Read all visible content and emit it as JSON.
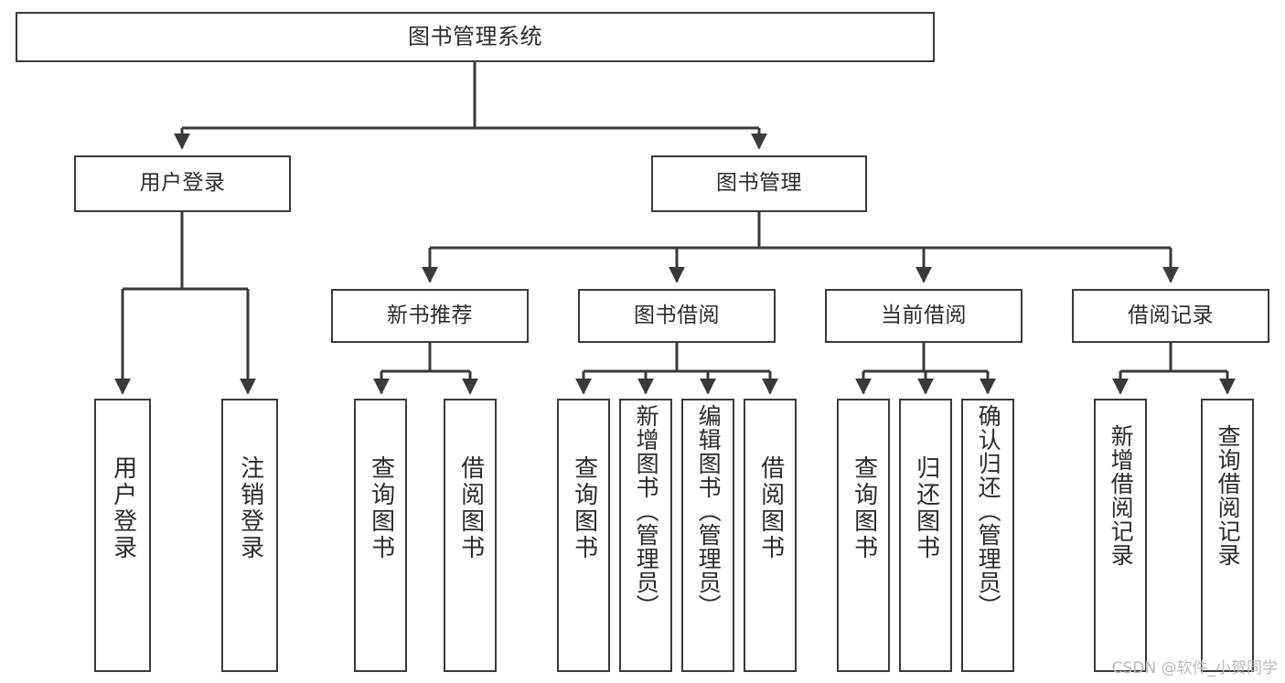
{
  "diagram": {
    "title": "图书管理系统",
    "type": "tree-hierarchy-chart",
    "nodes": {
      "root": {
        "label": "图书管理系统"
      },
      "level2": [
        {
          "id": "user-login",
          "label": "用户登录"
        },
        {
          "id": "book-management",
          "label": "图书管理"
        }
      ],
      "level3": [
        {
          "id": "new-book-recommend",
          "label": "新书推荐"
        },
        {
          "id": "book-borrow",
          "label": "图书借阅"
        },
        {
          "id": "current-borrow",
          "label": "当前借阅"
        },
        {
          "id": "borrow-record",
          "label": "借阅记录"
        }
      ],
      "leaves": {
        "user-login": [
          {
            "id": "leaf-user-login",
            "label": "用户登录"
          },
          {
            "id": "leaf-logout-login",
            "label": "注销登录"
          }
        ],
        "new-book-recommend": [
          {
            "id": "leaf-query-book-1",
            "label": "查询图书"
          },
          {
            "id": "leaf-borrow-book-1",
            "label": "借阅图书"
          }
        ],
        "book-borrow": [
          {
            "id": "leaf-query-book-2",
            "label": "查询图书"
          },
          {
            "id": "leaf-add-book",
            "label": "新增图书（管理员）"
          },
          {
            "id": "leaf-edit-book",
            "label": "编辑图书（管理员）"
          },
          {
            "id": "leaf-borrow-book-2",
            "label": "借阅图书"
          }
        ],
        "current-borrow": [
          {
            "id": "leaf-query-book-3",
            "label": "查询图书"
          },
          {
            "id": "leaf-return-book",
            "label": "归还图书"
          },
          {
            "id": "leaf-confirm-return",
            "label": "确认归还（管理员）"
          }
        ],
        "borrow-record": [
          {
            "id": "leaf-add-record",
            "label": "新增借阅记录"
          },
          {
            "id": "leaf-query-record",
            "label": "查询借阅记录"
          }
        ]
      }
    },
    "colors": {
      "border": "#3a3a3a",
      "text": "#2b2b2b",
      "background": "#ffffff",
      "watermark": "#b9b9b9"
    }
  },
  "watermark": {
    "text": "CSDN @软件_小贺同学"
  }
}
